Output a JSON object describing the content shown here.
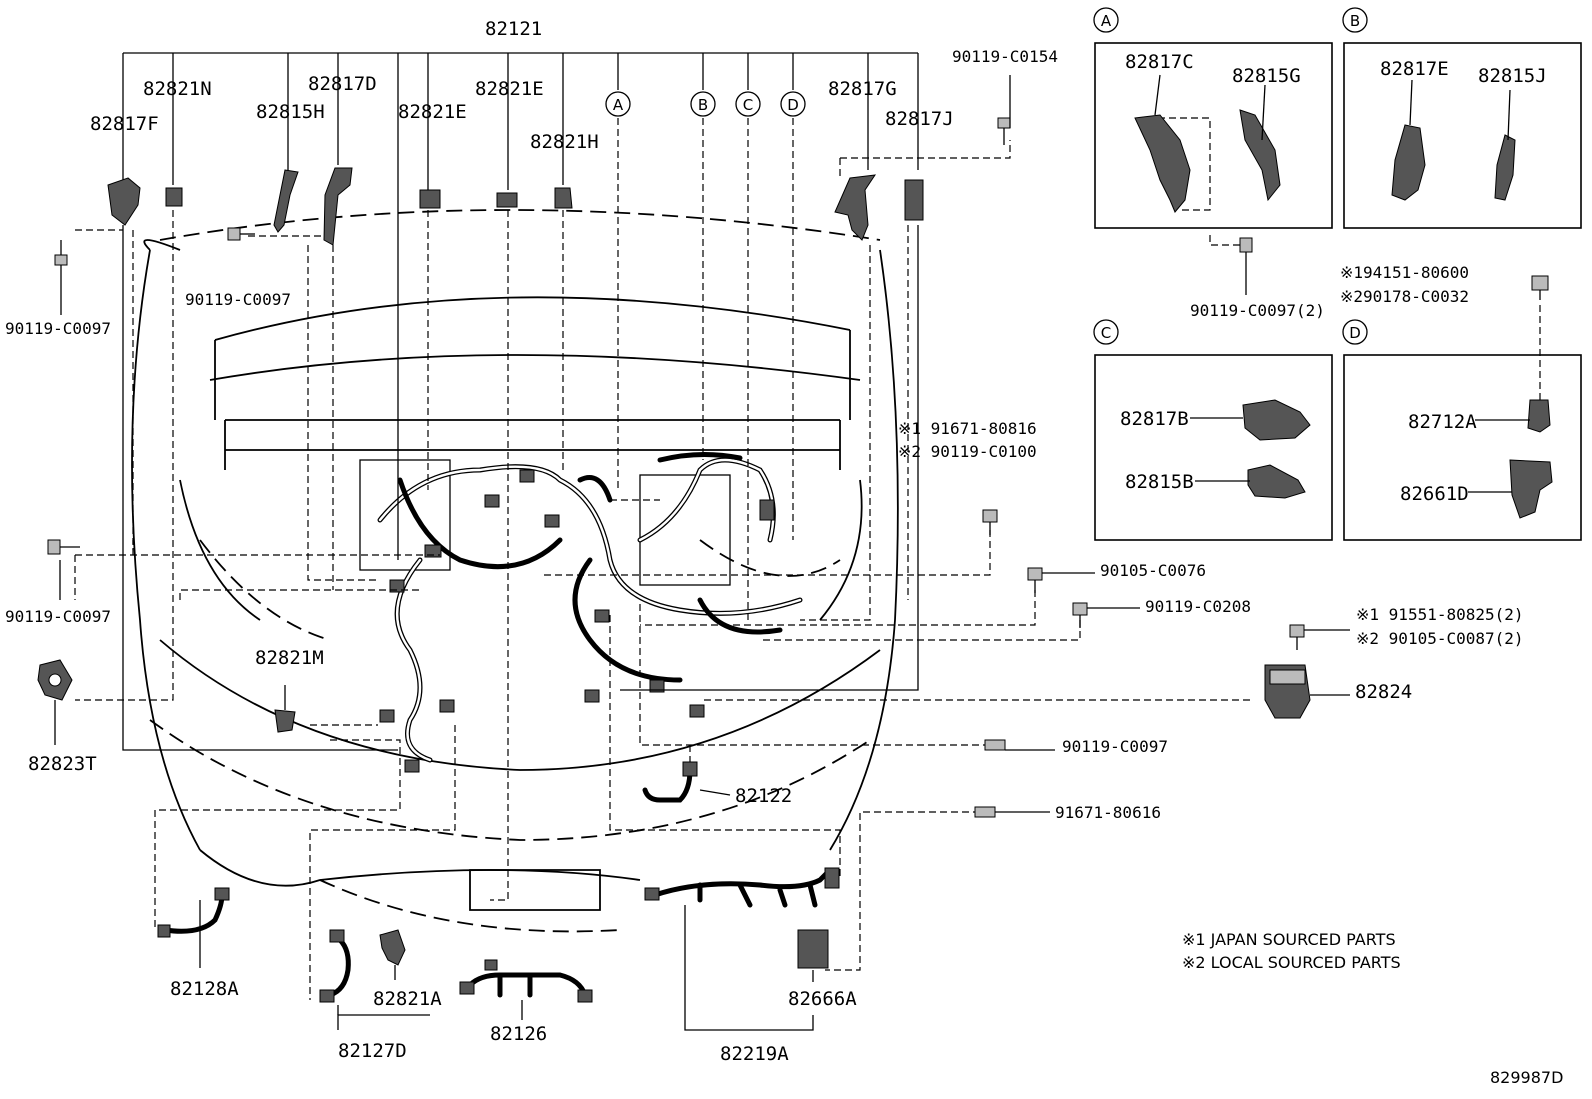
{
  "labels": {
    "l_82121": "82121",
    "l_82821N": "82821N",
    "l_82817F": "82817F",
    "l_82815H": "82815H",
    "l_82817D": "82817D",
    "l_82821E_a": "82821E",
    "l_82821E_b": "82821E",
    "l_82821H": "82821H",
    "l_82817G": "82817G",
    "l_82817J": "82817J",
    "l_90119C0154": "90119-C0154",
    "l_90119C0097_a": "90119-C0097",
    "l_90119C0097_b": "90119-C0097",
    "l_90119C0097_c": "90119-C0097",
    "l_90119C0097_d": "90119-C0097",
    "l_91671_80816": "※1 91671-80816",
    "l_90119C0100": "※2 90119-C0100",
    "l_90105C0076": "90105-C0076",
    "l_90119C0208": "90119-C0208",
    "l_91551_80825": "※1 91551-80825(2)",
    "l_90105C0087": "※2 90105-C0087(2)",
    "l_82824": "82824",
    "l_82821M": "82821M",
    "l_82823T": "82823T",
    "l_82122": "82122",
    "l_91671_80616": "91671-80616",
    "l_82128A": "82128A",
    "l_82821A": "82821A",
    "l_82127D": "82127D",
    "l_82126": "82126",
    "l_82666A": "82666A",
    "l_82219A": "82219A",
    "l_82817C": "82817C",
    "l_82815G": "82815G",
    "l_90119C0097_2": "90119-C0097(2)",
    "l_82817E": "82817E",
    "l_82815J": "82815J",
    "l_94151_80600": "※194151-80600",
    "l_90178C0032": "※290178-C0032",
    "l_82817B": "82817B",
    "l_82815B": "82815B",
    "l_82712A": "82712A",
    "l_82661D": "82661D"
  },
  "callouts": {
    "A": "A",
    "B": "B",
    "C": "C",
    "D": "D"
  },
  "notes": {
    "japan": "※1 JAPAN SOURCED PARTS",
    "local": "※2 LOCAL SOURCED PARTS"
  },
  "illustration_id": "829987D"
}
